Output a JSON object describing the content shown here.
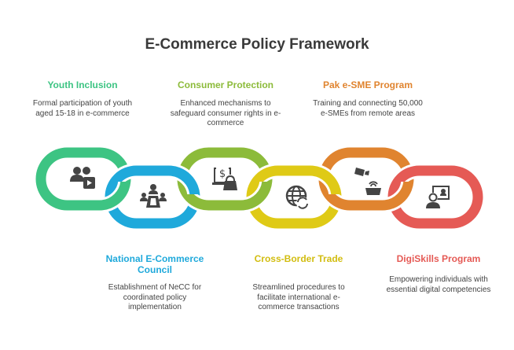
{
  "title": "E-Commerce Policy Framework",
  "colors": {
    "green": "#3DC483",
    "blue": "#1FA9DB",
    "lime": "#8CBB3A",
    "yellow": "#DFCA16",
    "orange": "#E0842F",
    "red": "#E55A55",
    "icon": "#444444"
  },
  "items": [
    {
      "title": "Youth Inclusion",
      "desc": "Formal participation of youth aged 15-18 in e-commerce",
      "icon": "users-video-icon"
    },
    {
      "title": "National E-Commerce Council",
      "desc": "Establishment of NeCC for coordinated policy implementation",
      "icon": "meeting-icon"
    },
    {
      "title": "Consumer Protection",
      "desc": "Enhanced mechanisms to safeguard consumer rights in e-commerce",
      "icon": "laptop-dollar-lock-icon"
    },
    {
      "title": "Cross-Border Trade",
      "desc": "Streamlined procedures to facilitate international e-commerce transactions",
      "icon": "globe-sync-icon"
    },
    {
      "title": "Pak e-SME Program",
      "desc": "Training and connecting 50,000 e-SMEs from remote areas",
      "icon": "camera-basket-icon"
    },
    {
      "title": "DigiSkills Program",
      "desc": "Empowering individuals with essential digital competencies",
      "icon": "online-learning-icon"
    }
  ]
}
